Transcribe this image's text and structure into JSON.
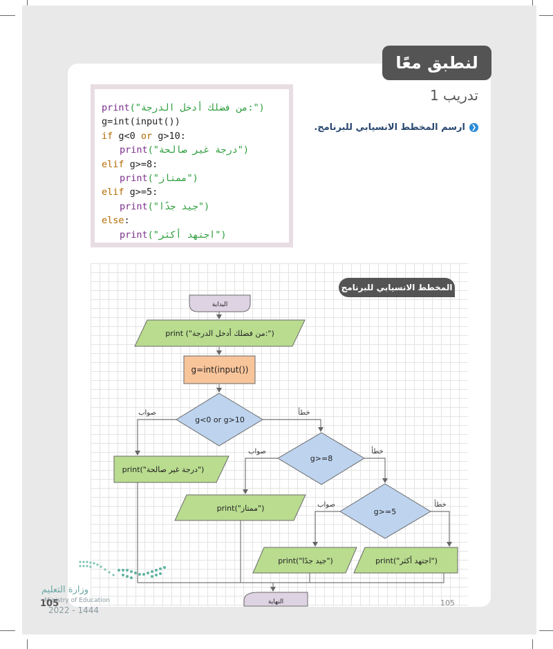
{
  "header": {
    "banner": "لنطبق معًا",
    "exercise_title": "تدريب 1",
    "instruction": "ارسم المخطط الانسيابي للبرنامج."
  },
  "code": {
    "line1": {
      "fn": "print",
      "str": "(\"من فضلك أدخل الدرجة:\")"
    },
    "line2": {
      "text": "g=int(input())"
    },
    "line3": {
      "kw1": "if",
      "mid": " g<0 ",
      "kw2": "or",
      "rest": " g>10:"
    },
    "line4": {
      "fn": "print",
      "str": "(\"درجة غير صالحة\")"
    },
    "line5": {
      "kw": "elif",
      "rest": " g>=8:"
    },
    "line6": {
      "fn": "print",
      "str": "(\"ممتاز\")"
    },
    "line7": {
      "kw": "elif",
      "rest": " g>=5:"
    },
    "line8": {
      "fn": "print",
      "str": "(\"جيد جدًا\")"
    },
    "line9": {
      "kw": "else",
      "rest": ":"
    },
    "line10": {
      "fn": "print",
      "str": "(\"اجتهد أكثر\")"
    }
  },
  "flowchart": {
    "label": "المخطط الانسيابي للبرنامج",
    "start": "البداية",
    "input_prompt": "print (\"من فضلك أدخل الدرجة:\")",
    "process": "g=int(input())",
    "decision1": "g<0 or g>10",
    "decision2": "g>=8",
    "decision3": "g>=5",
    "out_invalid": "print(\"درجة غير صالحة\")",
    "out_excellent": "print(\"ممتاز\")",
    "out_verygood": "print(\"جيد جدًا\")",
    "out_tryharder": "print(\"اجتهد أكثر\")",
    "yes": "صواب",
    "no": "خطأ",
    "end": "النهاية"
  },
  "footer": {
    "page_left": "105",
    "page_right": "105",
    "ministry_ar": "وزارة التعليم",
    "ministry_en": "Ministry of Education",
    "year": "2022 - 1444"
  },
  "colors": {
    "green_shape": "#b9dc8f",
    "orange_shape": "#f8c49a",
    "blue_shape": "#bdd3ee",
    "terminal": "#ded3e2",
    "banner": "#545454"
  }
}
